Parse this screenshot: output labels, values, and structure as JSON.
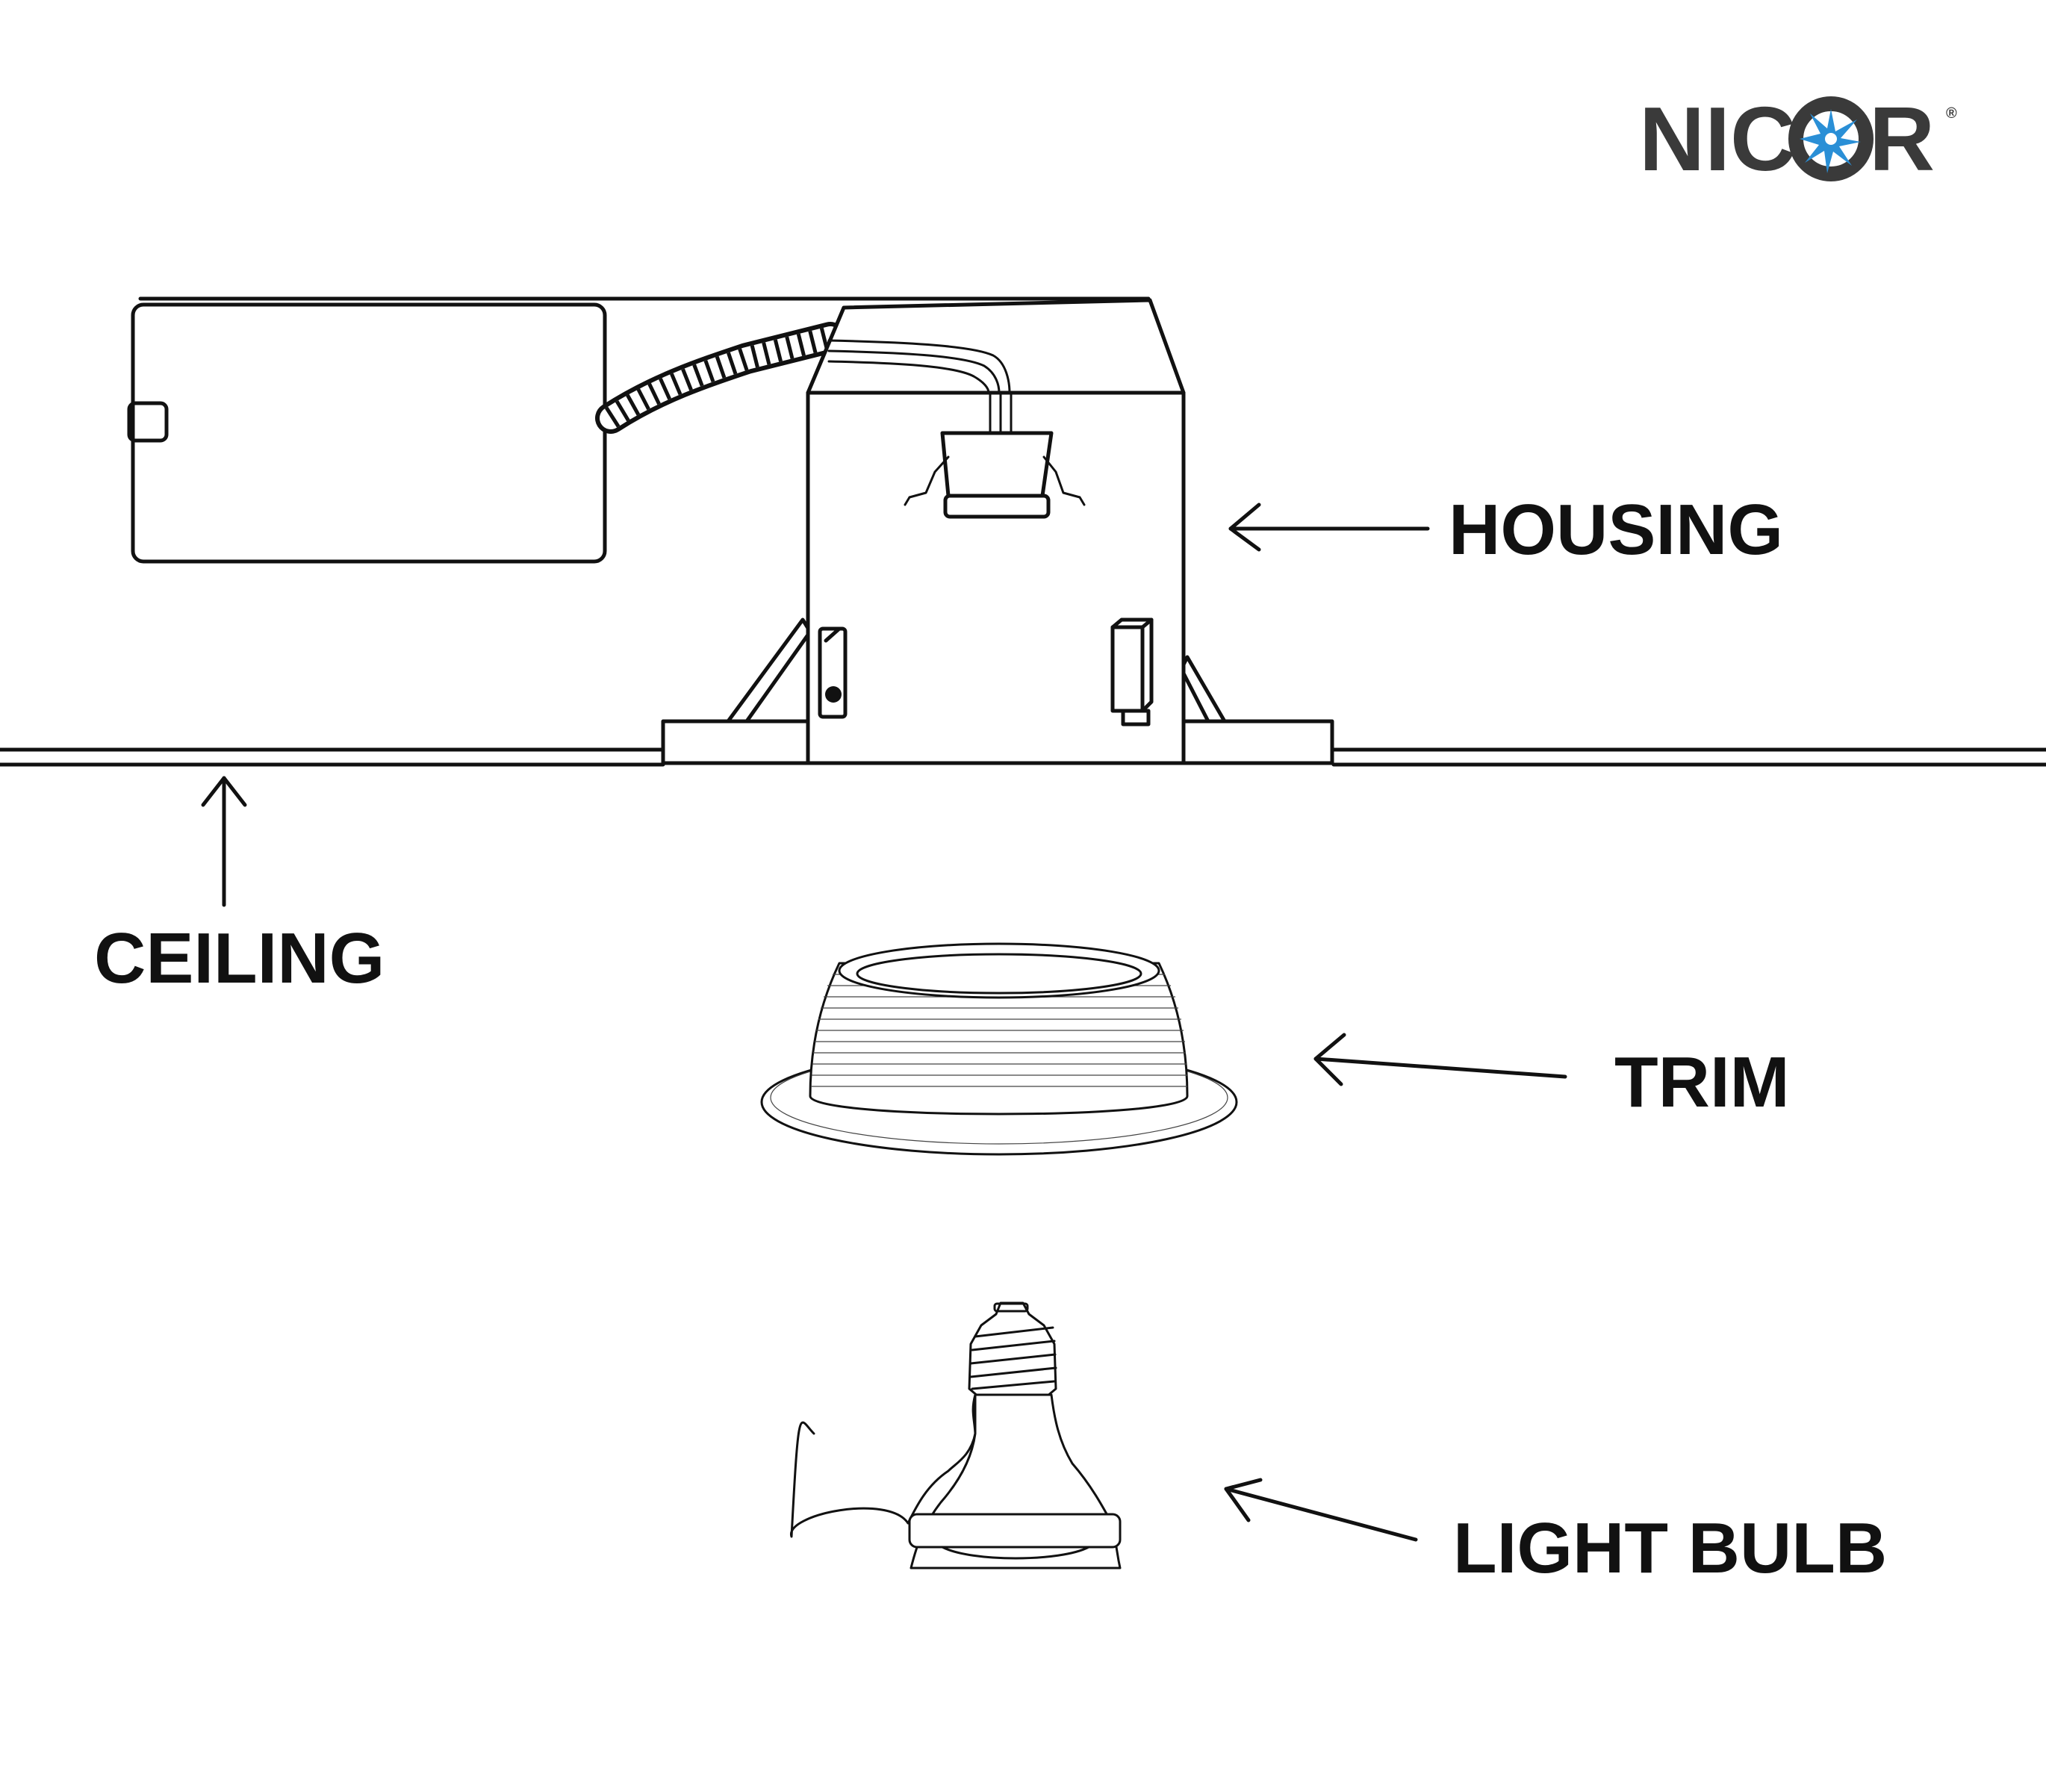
{
  "logo": {
    "text_before": "NIC",
    "text_after": "R",
    "registered": "®",
    "text_color": "#3a3a3a",
    "star_color": "#2a8fd6"
  },
  "labels": {
    "housing": "HOUSING",
    "ceiling": "CEILING",
    "trim": "TRIM",
    "light_bulb": "LIGHT BULB"
  },
  "colors": {
    "line": "#111111",
    "background": "#ffffff"
  }
}
